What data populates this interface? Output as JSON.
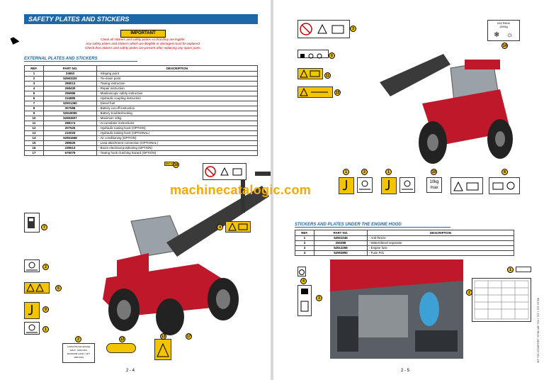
{
  "left_page": {
    "banner_title": "SAFETY PLATES AND STICKERS",
    "important_badge": "IMPORTANT",
    "important_lines": [
      "Clean all stickers and safety plates so that they are legible.",
      "Any safety plates and stickers which are illegible or damaged must be replaced.",
      "Check that stickers and safety plates are present after replacing any spare parts."
    ],
    "external_title": "EXTERNAL PLATES AND STICKERS",
    "table_headers": [
      "REF.",
      "PART NO.",
      "DESCRIPTION"
    ],
    "rows": [
      [
        "1",
        "24653",
        "- Slinging point"
      ],
      [
        "2",
        "52563320",
        "- Tie-down point"
      ],
      [
        "3",
        "289013",
        "- Towing instruction"
      ],
      [
        "4",
        "268430",
        "- Repair instruction"
      ],
      [
        "5",
        "296986",
        "- Manitoscopic safety instruction"
      ],
      [
        "6",
        "234885",
        "- Hydraulic coupling instruction"
      ],
      [
        "7",
        "52501360",
        "- Diesel fuel"
      ],
      [
        "8",
        "307588",
        "- Battery cut-off instruction"
      ],
      [
        "9",
        "52518055",
        "- Battery troubleshooting"
      ],
      [
        "10",
        "52553607",
        "- Maximum 10kg"
      ],
      [
        "11",
        "288174",
        "- Accumulator instructions"
      ],
      [
        "12",
        "207525",
        "- Hydraulic towing hook (OPTION)"
      ],
      [
        "13",
        "210025",
        "- Hydraulic towing hook (OPTIONAL)"
      ],
      [
        "14",
        "52551668",
        "- Air conditioning (OPTION)"
      ],
      [
        "15",
        "289625",
        "- Lasa attachment connection (OPTIONAL)"
      ],
      [
        "16",
        "236513",
        "- Boom electrical positioning (OPTION)"
      ],
      [
        "17",
        "676079",
        "- Towing hook clutching hazard (OPTION)"
      ]
    ],
    "watermark": "machinecatalogic.com",
    "page_number": "2 - 4",
    "capacity_plate_lines": [
      "CAPACITE DE LEVAGE",
      "MAXI : 1000 DAN",
      "MAXIMUM LOAD / LIFT",
      "1000 DAN"
    ],
    "sticker_14_label": "MAX 10",
    "callouts": [
      "7",
      "2",
      "5",
      "9",
      "1",
      "2",
      "12",
      "13",
      "17",
      "16",
      "4"
    ]
  },
  "right_page": {
    "top_right_plate": [
      "DAZ R5044",
      "1000kg"
    ],
    "kg_plate": [
      "10kg",
      "max"
    ],
    "engine_title": "STICKERS AND PLATES UNDER THE ENGINE HOOD",
    "engine_headers": [
      "REF.",
      "PART NO.",
      "DESCRIPTION"
    ],
    "engine_rows": [
      [
        "1",
        "52501046",
        "- Anti-freeze"
      ],
      [
        "2",
        "250398",
        "- Water/diesel separator"
      ],
      [
        "3",
        "52612266",
        "- Engine fuse"
      ],
      [
        "4",
        "52553850",
        "- Fuse F01"
      ]
    ],
    "page_number": "2 - 5",
    "side_code": "MT 733 COMFORT ST3B ME 732 / 737 / 737 ST3B",
    "callouts": [
      "3",
      "6",
      "11",
      "15",
      "14",
      "1",
      "2",
      "1",
      "10",
      "8",
      "4",
      "3",
      "2",
      "1"
    ]
  },
  "colors": {
    "banner": "#1c67a8",
    "warning_yellow": "#f3c500",
    "warning_red": "#c00000",
    "machine_red": "#c0182b",
    "watermark": "#f5a800"
  }
}
